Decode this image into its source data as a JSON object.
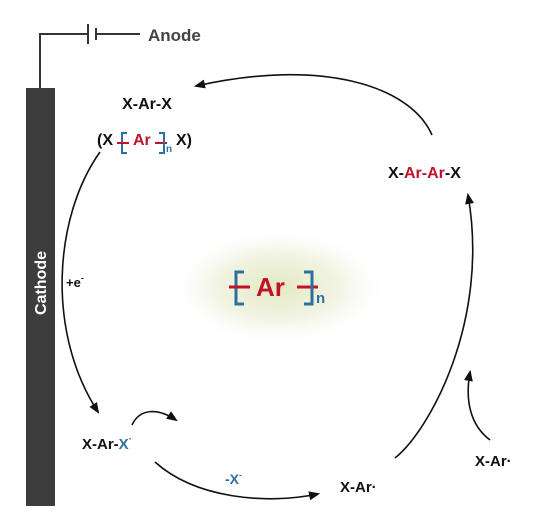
{
  "colors": {
    "black": "#111111",
    "red": "#c0122a",
    "blue": "#2f6f9f",
    "electrode": "#3d3d3d",
    "glow": "#e9ecd2"
  },
  "anode": {
    "label": "Anode"
  },
  "cathode": {
    "label": "Cathode"
  },
  "electron_step": {
    "prefix": "+e",
    "sup": "-"
  },
  "halide_loss": {
    "prefix": "-X",
    "sup": "-"
  },
  "species": {
    "dihalide": "X-Ar-X",
    "oligomer_open": "(X",
    "ar": "Ar",
    "n": "n",
    "oligomer_close": "X)",
    "radical_anion_core": "X-Ar-",
    "radical_anion_x": "X",
    "radical_anion_sup": "·",
    "aryl_radical": "X-Ar·",
    "aryl_radical_side": "X-Ar·",
    "dimer_x1": "X-",
    "dimer_ar1": "Ar",
    "dimer_dash": "-",
    "dimer_ar2": "Ar",
    "dimer_x2": "-X"
  },
  "polymer": {
    "ar": "Ar",
    "n": "n"
  }
}
